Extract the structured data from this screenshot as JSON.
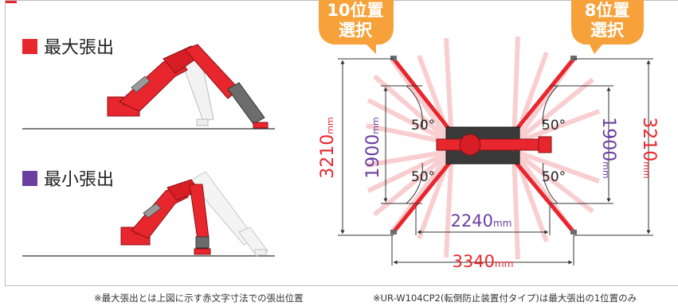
{
  "legend": {
    "max": {
      "label": "最大張出",
      "color": "#e8262d"
    },
    "min": {
      "label": "最小張出",
      "color": "#6b3fa0"
    }
  },
  "bubbles": {
    "left": {
      "line1": "10位置",
      "line2": "選択"
    },
    "right": {
      "line1": "8位置",
      "line2": "選択"
    },
    "color": "#f6a13a"
  },
  "dims": {
    "outer_height": "3210",
    "inner_height": "1900",
    "inner_width": "2240",
    "outer_width": "3340",
    "unit": "mm",
    "angle": "50°",
    "red_color": "#e8262d",
    "purple_color": "#6b3fa0"
  },
  "footer": {
    "left": "※最大張出とは上図に示す赤文字寸法での張出位置",
    "right": "※UR-W104CP2(転倒防止装置付タイプ)は最大張出の1位置のみ"
  }
}
